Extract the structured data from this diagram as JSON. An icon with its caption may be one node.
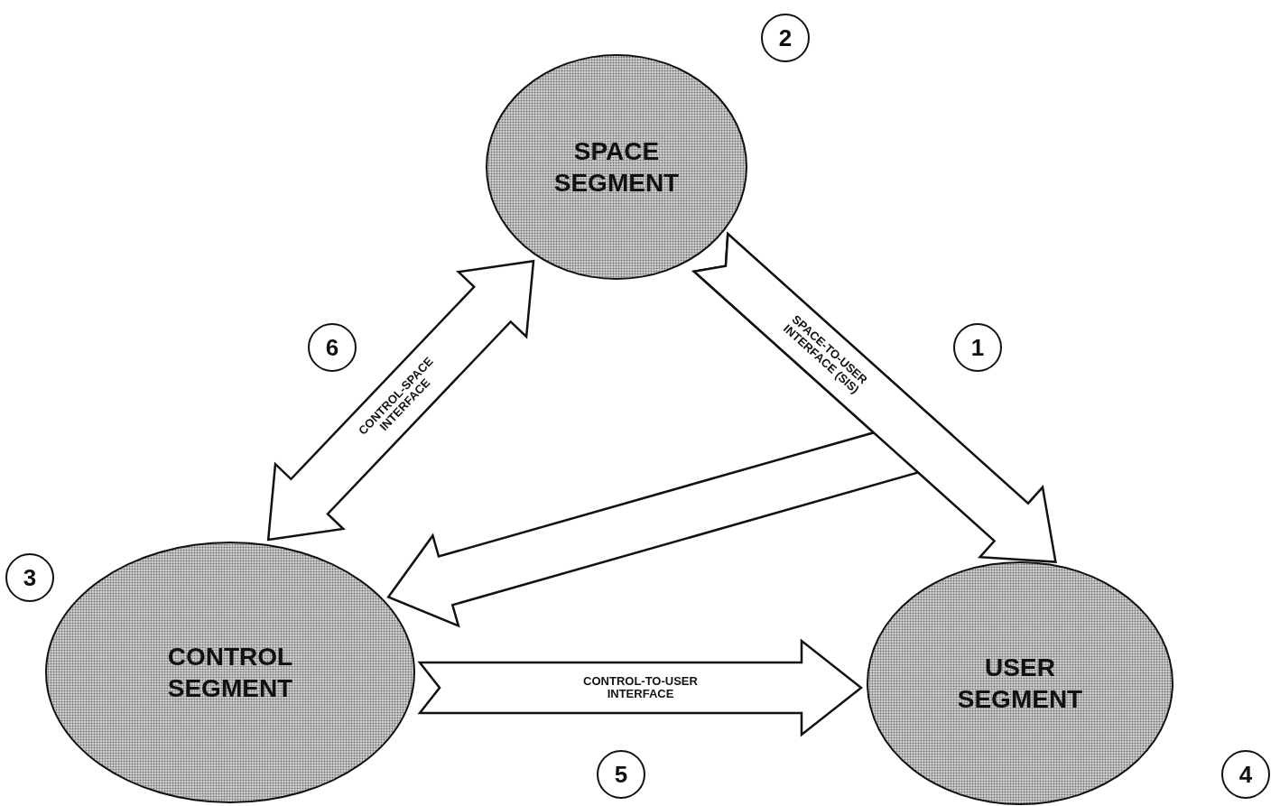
{
  "diagram": {
    "nodes": [
      {
        "text": [
          "SPACE SEGMENT"
        ]
      },
      {
        "text": [
          "CONTROL SEGMENT"
        ]
      },
      {
        "text": [
          "USER SEGMENT"
        ]
      }
    ],
    "edges": [
      {
        "from": 1,
        "to": 0,
        "arrow": "both",
        "label": "CONTROL-SPACE INTERFACE"
      },
      {
        "from": 0,
        "to": 2,
        "arrow": "to",
        "label": "SPACE-TO-USER INTERFACE (SIS)"
      },
      {
        "from": 0,
        "to": 1,
        "arrow": "to"
      },
      {
        "from": 1,
        "to": 2,
        "arrow": "to",
        "label": "CONTROL-TO-USER INTERFACE"
      }
    ],
    "labels": [
      "2",
      "6",
      "1",
      "3",
      "5",
      "4"
    ]
  }
}
